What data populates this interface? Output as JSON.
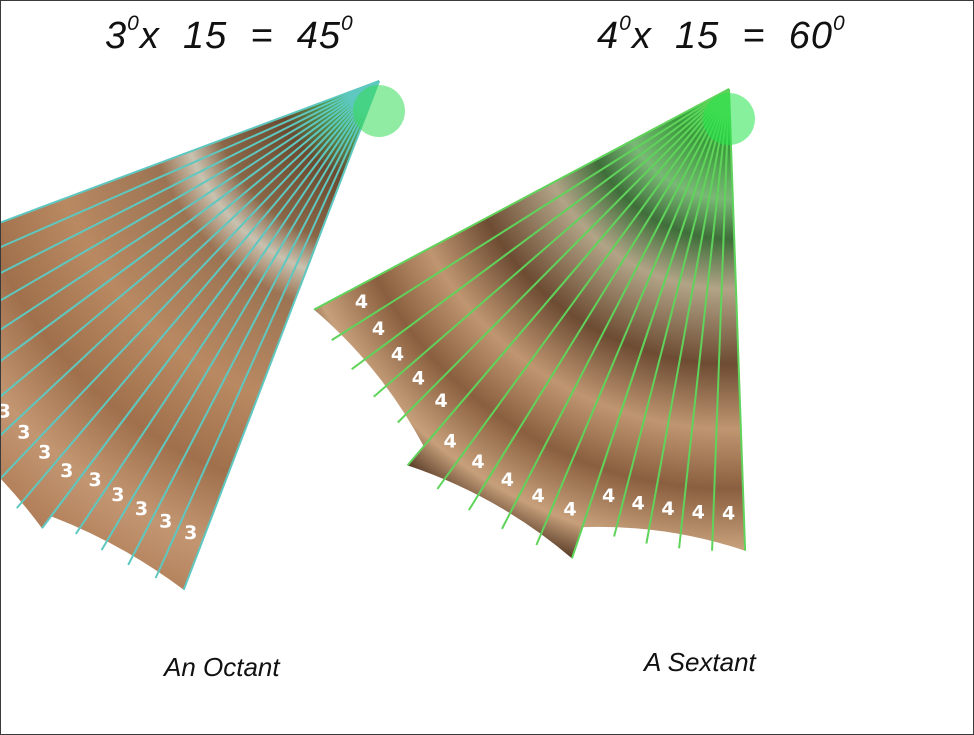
{
  "formula_left": {
    "multiplier": "3",
    "deg_mark": "0",
    "times": "x",
    "count": "15",
    "equals": "=",
    "result": "45",
    "result_deg_mark": "0"
  },
  "formula_right": {
    "multiplier": "4",
    "deg_mark": "0",
    "times": "x",
    "count": "15",
    "equals": "=",
    "result": "60",
    "result_deg_mark": "0"
  },
  "fans": [
    {
      "name": "octant",
      "caption": "An Octant",
      "segment_label": "3",
      "segment_count": 15,
      "segment_angle_deg": 3,
      "groups": 3,
      "line_color": "#5ec8c0",
      "tip_color": "#33dd55",
      "base_color": "#b5835c"
    },
    {
      "name": "sextant",
      "caption": "A Sextant",
      "segment_label": "4",
      "segment_count": 15,
      "segment_angle_deg": 4,
      "groups": 3,
      "line_color": "#5fd35a",
      "tip_color": "#22e44a",
      "base_color": "#a8845f"
    }
  ]
}
